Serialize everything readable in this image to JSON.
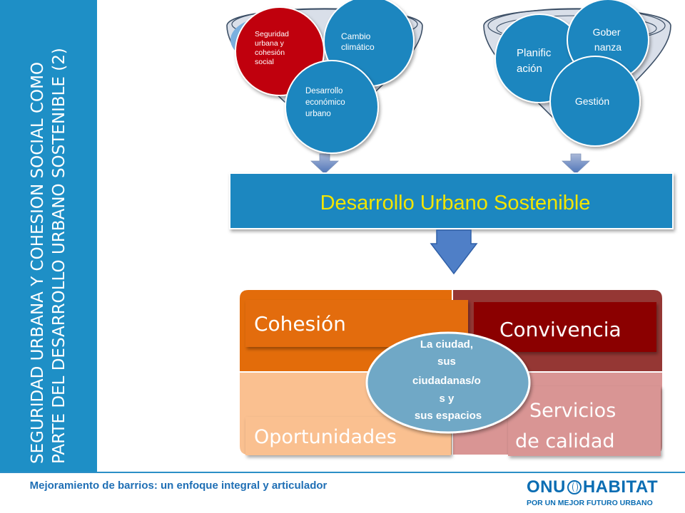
{
  "sidebar": {
    "title": "SEGURIDAD URBANA Y COHESION SOCIAL COMO PARTE DEL DESARROLLO URBANO SOSTENIBLE (2)"
  },
  "funnel_left": {
    "circles": [
      {
        "lines": [
          "Seguridad",
          "urbana y",
          "cohesión",
          "social"
        ]
      },
      {
        "lines": [
          "Cambio",
          "climático"
        ]
      },
      {
        "lines": [
          "Desarrollo",
          "económico",
          "urbano"
        ]
      }
    ]
  },
  "funnel_right": {
    "circles": [
      {
        "lines": [
          "Planific",
          "ación"
        ]
      },
      {
        "lines": [
          "Gober",
          "nanza"
        ]
      },
      {
        "lines": [
          "Gestión"
        ]
      }
    ]
  },
  "banner": {
    "label": "Desarrollo Urbano Sostenible"
  },
  "matrix": {
    "cohesion": "Cohesión",
    "convivencia": "Convivencia",
    "oportunidades": "Oportunidades",
    "servicios": [
      "Servicios",
      "de calidad"
    ],
    "center": [
      "La ciudad,",
      "sus",
      "ciudadanas/o",
      "s y",
      "sus espacios"
    ]
  },
  "colors": {
    "sidebar": "#1e8fc6",
    "banner": "#1b87c0",
    "banner_text": "#f2e500",
    "circle_blue": "#1b86bf",
    "circle_red": "#c0000b",
    "cohesion": "#e36c0a",
    "convivencia": "#953734",
    "oportunidades": "#fac090",
    "servicios": "#d99594",
    "center": "#6fa8c6"
  },
  "footer": {
    "caption": "Mejoramiento de barrios: un enfoque integral y articulador",
    "logo_left": "ONU",
    "logo_right": "HABITAT",
    "logo_tagline": "POR UN MEJOR FUTURO URBANO"
  }
}
